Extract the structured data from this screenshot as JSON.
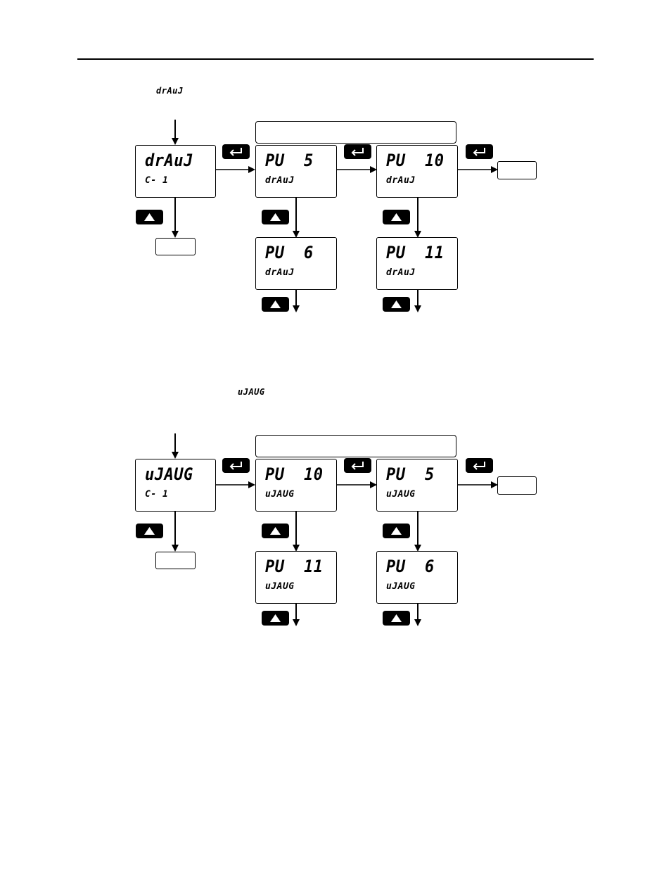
{
  "header": {
    "intro_word_1": "drAuJ",
    "intro_word_2": "uJAUG"
  },
  "diagram_1": {
    "start": {
      "line1": "drAuJ",
      "line2": "C- 1"
    },
    "pu_a": {
      "line1": "PU  5",
      "line2": "drAuJ"
    },
    "pu_b": {
      "line1": "PU  10",
      "line2": "drAuJ"
    },
    "pu_c": {
      "line1": "PU  6",
      "line2": "drAuJ"
    },
    "pu_d": {
      "line1": "PU  11",
      "line2": "drAuJ"
    }
  },
  "diagram_2": {
    "start": {
      "line1": "uJAUG",
      "line2": "C- 1"
    },
    "pu_a": {
      "line1": "PU  10",
      "line2": "uJAUG"
    },
    "pu_b": {
      "line1": "PU  5",
      "line2": "uJAUG"
    },
    "pu_c": {
      "line1": "PU  11",
      "line2": "uJAUG"
    },
    "pu_d": {
      "line1": "PU  6",
      "line2": "uJAUG"
    }
  },
  "icons": {
    "enter": "enter-icon",
    "up": "up-arrow-icon"
  }
}
